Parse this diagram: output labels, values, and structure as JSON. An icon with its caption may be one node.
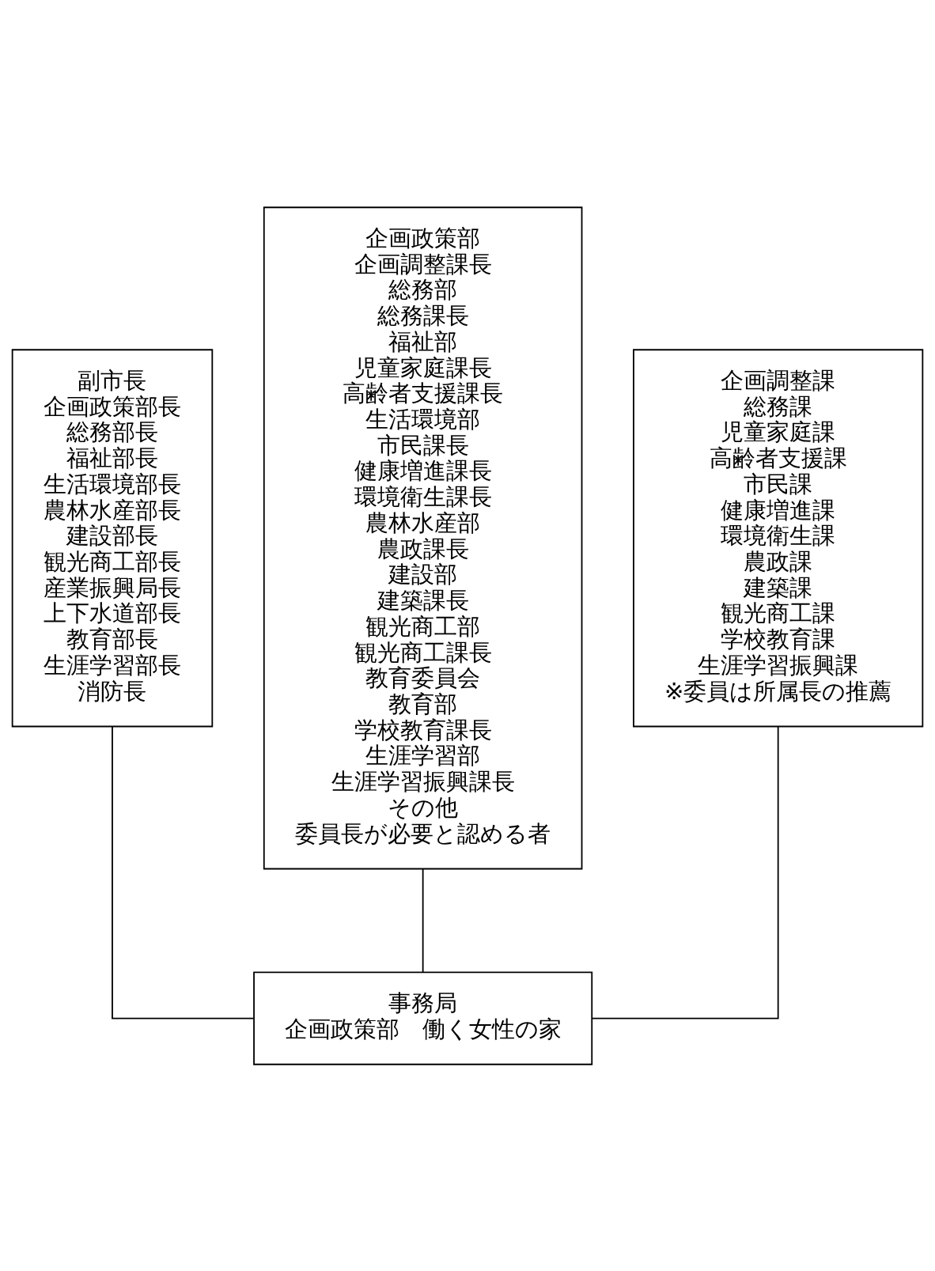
{
  "diagram": {
    "nodes": [
      {
        "text": [
          "副市長",
          "企画政策部長",
          "総務部長",
          "福祉部長",
          "生活環境部長",
          "農林水産部長",
          "建設部長",
          "観光商工部長",
          "産業振興局長",
          "上下水道部長",
          "教育部長",
          "生涯学習部長",
          "消防長"
        ]
      },
      {
        "text": [
          "企画政策部",
          "企画調整課長",
          "総務部",
          "総務課長",
          "福祉部",
          "児童家庭課長",
          "高齢者支援課長",
          "生活環境部",
          "市民課長",
          "健康増進課長",
          "環境衛生課長",
          "農林水産部",
          "農政課長",
          "建設部",
          "建築課長",
          "観光商工部",
          "観光商工課長",
          "教育委員会",
          "教育部",
          "学校教育課長",
          "生涯学習部",
          "生涯学習振興課長",
          "その他",
          "委員長が必要と認める者"
        ]
      },
      {
        "text": [
          "企画調整課",
          "総務課",
          "児童家庭課",
          "高齢者支援課",
          "市民課",
          "健康増進課",
          "環境衛生課",
          "農政課",
          "建築課",
          "観光商工課",
          "学校教育課",
          "生涯学習振興課",
          "※委員は所属長の推薦"
        ]
      },
      {
        "text": [
          "事務局",
          "企画政策部　働く女性の家"
        ]
      }
    ],
    "edges": [
      {
        "from": 0,
        "to": 3,
        "arrow": "none"
      },
      {
        "from": 1,
        "to": 3,
        "arrow": "none"
      },
      {
        "from": 2,
        "to": 3,
        "arrow": "none"
      }
    ]
  }
}
